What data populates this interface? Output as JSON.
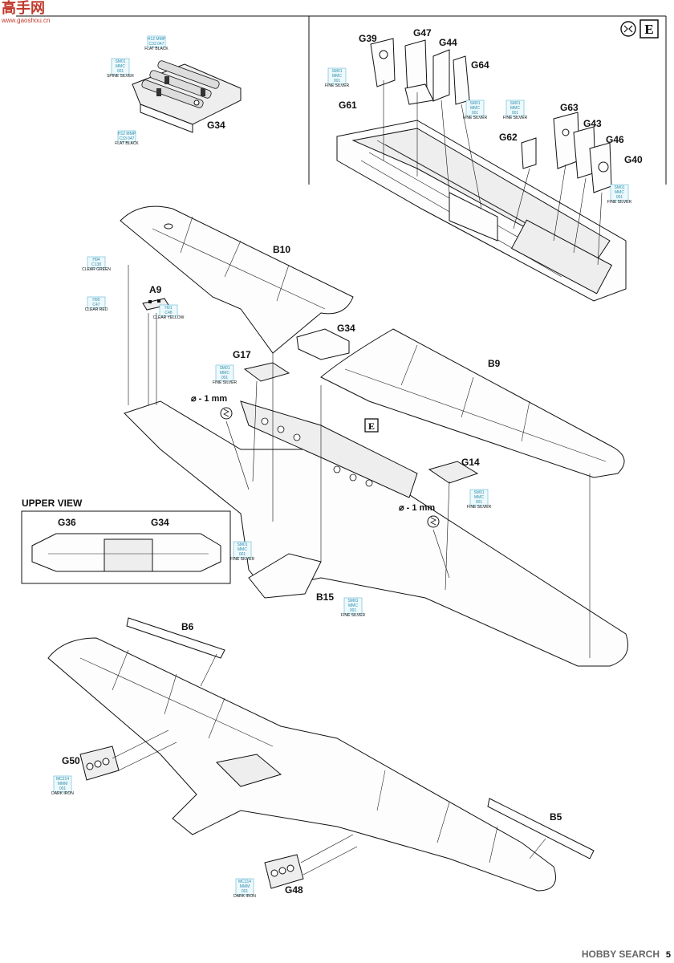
{
  "header_logo": {
    "chars": "高手网",
    "url": "www.gaoshou.cn"
  },
  "top_right": {
    "sheet_letter": "E"
  },
  "upper_view_title": "UPPER VIEW",
  "watermark": "HOBBY SEARCH",
  "page_number": "5",
  "callout_e": "E",
  "drill_1": "⌀ - 1 mm",
  "drill_2": "⌀ - 1 mm",
  "labels": {
    "G34_top": "G34",
    "G39": "G39",
    "G47": "G47",
    "G44": "G44",
    "G64": "G64",
    "G61": "G61",
    "G63": "G63",
    "G43": "G43",
    "G62": "G62",
    "G46": "G46",
    "G40": "G40",
    "B10": "B10",
    "A9": "A9",
    "G34_mid": "G34",
    "G17": "G17",
    "B9": "B9",
    "G14": "G14",
    "B15": "B15",
    "G36": "G36",
    "G34_uv": "G34",
    "B6": "B6",
    "B5": "B5",
    "G50": "G50",
    "G48": "G48"
  },
  "paints": {
    "spine_silver": [
      "SM01",
      "MMC",
      "001",
      "SPINE SILVER"
    ],
    "flat_black_a": [
      "H12 MMP",
      "C33  047",
      "FLAT BLACK"
    ],
    "flat_black_b": [
      "H12 MMP",
      "C33  047",
      "FLAT BLACK"
    ],
    "fine_silver_g39": [
      "SM01",
      "MMC",
      "001",
      "FINE SILVER"
    ],
    "fine_silver_g64": [
      "SM01",
      "MMC",
      "001",
      "FINE SILVER"
    ],
    "fine_silver_g63": [
      "SM01",
      "MMC",
      "001",
      "FINE SILVER"
    ],
    "fine_silver_g40": [
      "SM01",
      "MMC",
      "001",
      "FINE SILVER"
    ],
    "clear_green": [
      "H94",
      "C138",
      "CLEAR GREEN"
    ],
    "clear_red": [
      "H90",
      "C47",
      "CLEAR RED"
    ],
    "clear_yellow": [
      "H91",
      "C48",
      "CLEAR YELLOW"
    ],
    "fine_silver_g17": [
      "SM01",
      "MMC",
      "001",
      "FINE SILVER"
    ],
    "fine_silver_g14": [
      "SM01",
      "MMC",
      "001",
      "FINE SILVER"
    ],
    "fine_silver_left": [
      "SM01",
      "MMC",
      "001",
      "FINE SILVER"
    ],
    "fine_silver_b15": [
      "SM01",
      "MMC",
      "001",
      "FINE SILVER"
    ],
    "dark_iron_g50": [
      "MC214",
      "MMM",
      "001",
      "DARK IRON"
    ],
    "dark_iron_g48": [
      "MC214",
      "MMM",
      "001",
      "DARK IRON"
    ]
  }
}
